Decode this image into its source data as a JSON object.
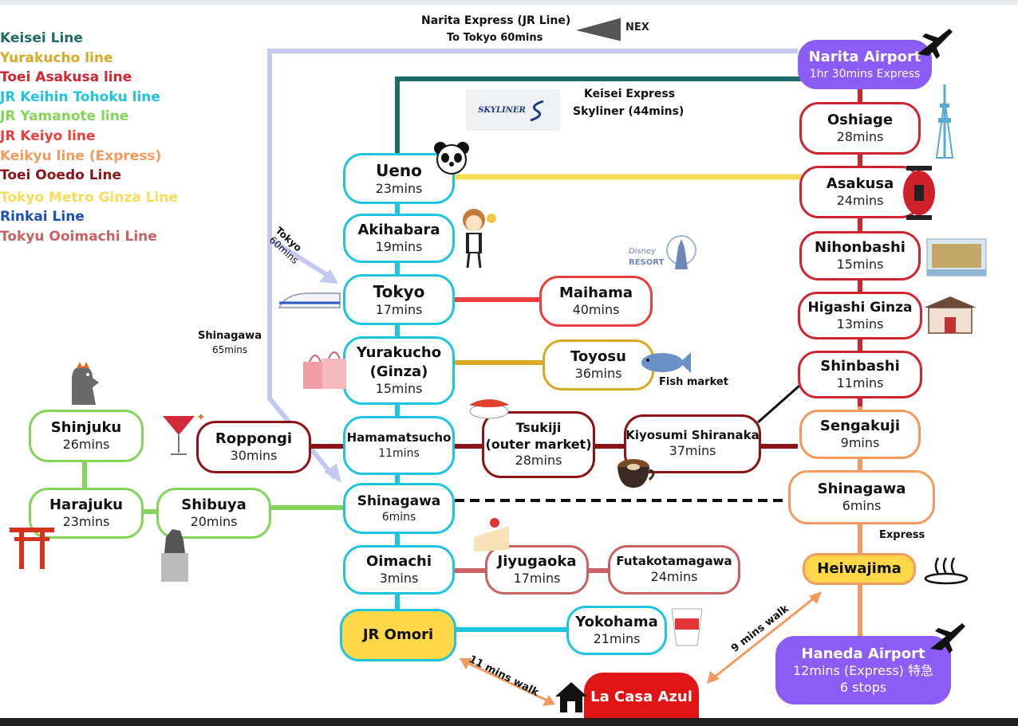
{
  "legend": [
    {
      "label": "Keisei Line",
      "color": "#1f6b66"
    },
    {
      "label": "Yurakucho line",
      "color": "#d9a825"
    },
    {
      "label": "Toei Asakusa line",
      "color": "#cf2530"
    },
    {
      "label": "JR Keihin Tohoku line",
      "color": "#1fc5df"
    },
    {
      "label": "JR Yamanote line",
      "color": "#84d45a"
    },
    {
      "label": "JR Keiyo line",
      "color": "#ee3d3d"
    },
    {
      "label": "Keikyu line (Express)",
      "color": "#f39a5e"
    },
    {
      "label": "Toei Ooedo Line",
      "color": "#8b1417"
    },
    {
      "label": "Tokyo Metro Ginza Line",
      "color": "#f8dc5a"
    },
    {
      "label": "Rinkai Line",
      "color": "#1a4fb5"
    },
    {
      "label": "Tokyu Ooimachi Line",
      "color": "#c96262"
    }
  ],
  "stations": {
    "narita": {
      "name": "Narita Airport",
      "time": "1hr 30mins Express"
    },
    "oshiage": {
      "name": "Oshiage",
      "time": "28mins"
    },
    "asakusa": {
      "name": "Asakusa",
      "time": "24mins"
    },
    "nihonbashi": {
      "name": "Nihonbashi",
      "time": "15mins"
    },
    "higashiginza": {
      "name": "Higashi Ginza",
      "time": "13mins"
    },
    "shinbashi": {
      "name": "Shinbashi",
      "time": "11mins"
    },
    "sengakuji": {
      "name": "Sengakuji",
      "time": "9mins"
    },
    "shinagawa_r": {
      "name": "Shinagawa",
      "time": "6mins"
    },
    "heiwajima": {
      "name": "Heiwajima",
      "time": ""
    },
    "haneda": {
      "name": "Haneda Airport",
      "time": "12mins (Express) 特急",
      "time2": "6 stops"
    },
    "ueno": {
      "name": "Ueno",
      "time": "23mins"
    },
    "akihabara": {
      "name": "Akihabara",
      "time": "19mins"
    },
    "tokyo": {
      "name": "Tokyo",
      "time": "17mins"
    },
    "yurakucho": {
      "name": "Yurakucho",
      "name2": "(Ginza)",
      "time": "15mins"
    },
    "hamamatsucho": {
      "name": "Hamamatsucho",
      "time": "11mins"
    },
    "shinagawa_c": {
      "name": "Shinagawa",
      "time": "6mins"
    },
    "oimachi": {
      "name": "Oimachi",
      "time": "3mins"
    },
    "jromori": {
      "name": "JR Omori",
      "time": ""
    },
    "maihama": {
      "name": "Maihama",
      "time": "40mins"
    },
    "toyosu": {
      "name": "Toyosu",
      "time": "36mins"
    },
    "tsukiji": {
      "name": "Tsukiji",
      "name2": "(outer market)",
      "time": "28mins"
    },
    "kiyosumi": {
      "name": "Kiyosumi Shiranaka",
      "time": "37mins"
    },
    "roppongi": {
      "name": "Roppongi",
      "time": "30mins"
    },
    "jiyugaoka": {
      "name": "Jiyugaoka",
      "time": "17mins"
    },
    "futako": {
      "name": "Futakotamagawa",
      "time": "24mins"
    },
    "yokohama": {
      "name": "Yokohama",
      "time": "21mins"
    },
    "shinjuku": {
      "name": "Shinjuku",
      "time": "26mins"
    },
    "harajuku": {
      "name": "Harajuku",
      "time": "23mins"
    },
    "shibuya": {
      "name": "Shibuya",
      "time": "20mins"
    },
    "home": {
      "name": "La Casa Azul"
    }
  },
  "labels": {
    "nex_line1": "Narita Express (JR Line)",
    "nex_line2": "To Tokyo 60mins",
    "nex_logo": "NEX",
    "skyliner_line1": "Keisei Express",
    "skyliner_line2": "Skyliner (44mins)",
    "skyliner_logo": "SKYLINER",
    "tokyo_arrow_1": "Tokyo",
    "tokyo_arrow_2": "60mins",
    "shinagawa_note_1": "Shinagawa",
    "shinagawa_note_2": "65mins",
    "fish_market": "Fish market",
    "express": "Express",
    "walk_11": "11 mins walk",
    "walk_9": "9 mins walk",
    "disney_logo_1": "Disney",
    "disney_logo_2": "RESORT"
  },
  "icons": [
    "airplane-icon",
    "panda-icon",
    "sky-tree-icon",
    "kaminarimon-lantern-icon",
    "maid-icon",
    "disney-castle-icon",
    "shinkansen-icon",
    "shopping-bags-icon",
    "fish-icon",
    "sushi-icon",
    "coffee-icon",
    "cocktail-icon",
    "godzilla-icon",
    "torii-icon",
    "hachiko-icon",
    "cake-icon",
    "cup-noodle-icon",
    "onsen-icon",
    "house-icon",
    "kabukiza-icon",
    "nihonbashi-building-icon"
  ]
}
